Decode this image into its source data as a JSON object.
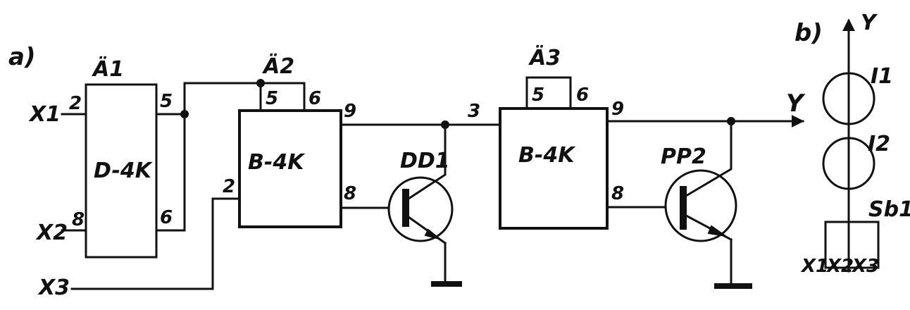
{
  "panel_a": {
    "label": "a)",
    "inputs": {
      "x1": "X1",
      "x2": "X2",
      "x3": "X3"
    },
    "block1": {
      "name": "Ä1",
      "type": "D-4K",
      "pin_in1": "2",
      "pin_in2": "8",
      "pin_out1": "5",
      "pin_out2": "6"
    },
    "block2": {
      "name": "Ä2",
      "type": "B-4K",
      "pin_top1": "5",
      "pin_top2": "6",
      "pin_out1": "9",
      "pin_in": "2",
      "pin_out2": "8"
    },
    "transistor1": {
      "name": "DD1"
    },
    "node_label": "3",
    "block3": {
      "name": "Ä3",
      "type": "B-4K",
      "pin_top1": "5",
      "pin_top2": "6",
      "pin_out1": "9",
      "pin_out2": "8"
    },
    "transistor2": {
      "name": "PP2"
    },
    "output": "Y"
  },
  "panel_b": {
    "label": "b)",
    "output": "Y",
    "element1": "I1",
    "element2": "I2",
    "switch": "Sb1",
    "inputs": {
      "x1": "X1",
      "x2": "X2",
      "x3": "X3"
    }
  }
}
